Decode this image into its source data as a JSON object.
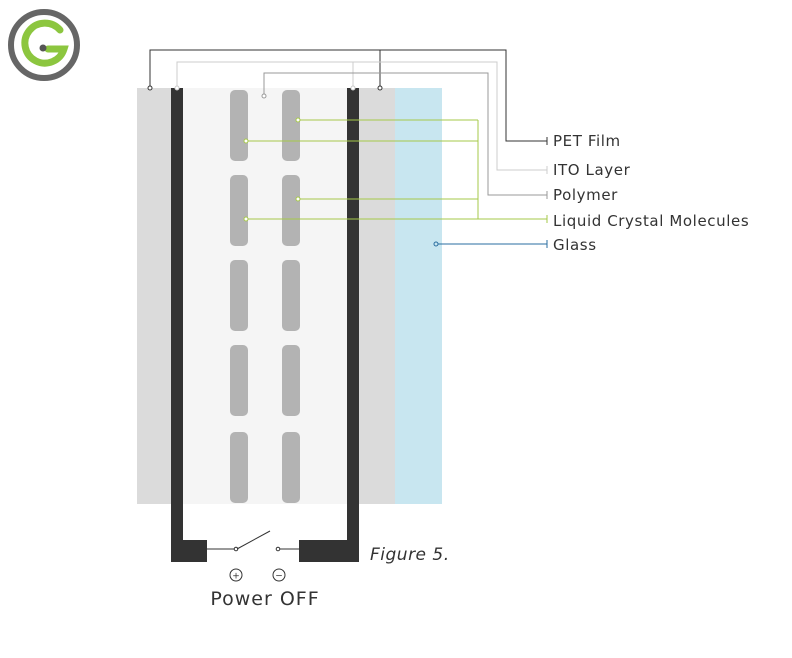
{
  "labels": {
    "pet_film": "PET Film",
    "ito_layer": "ITO Layer",
    "polymer": "Polymer",
    "liquid_crystal": "Liquid Crystal Molecules",
    "glass": "Glass"
  },
  "caption": "Figure 5.",
  "power_state": "Power OFF",
  "terminals": {
    "positive": "+",
    "negative": "−"
  },
  "colors": {
    "pet": "#dbdbdb",
    "ito": "#333333",
    "polymer": "#f5f5f5",
    "crystal": "#b3b3b3",
    "glass": "#c8e6f0",
    "leader_crystal": "#a6c84a",
    "leader_glass": "#2a6ea0",
    "logo_green": "#8cc63f",
    "logo_gray": "#666666"
  }
}
